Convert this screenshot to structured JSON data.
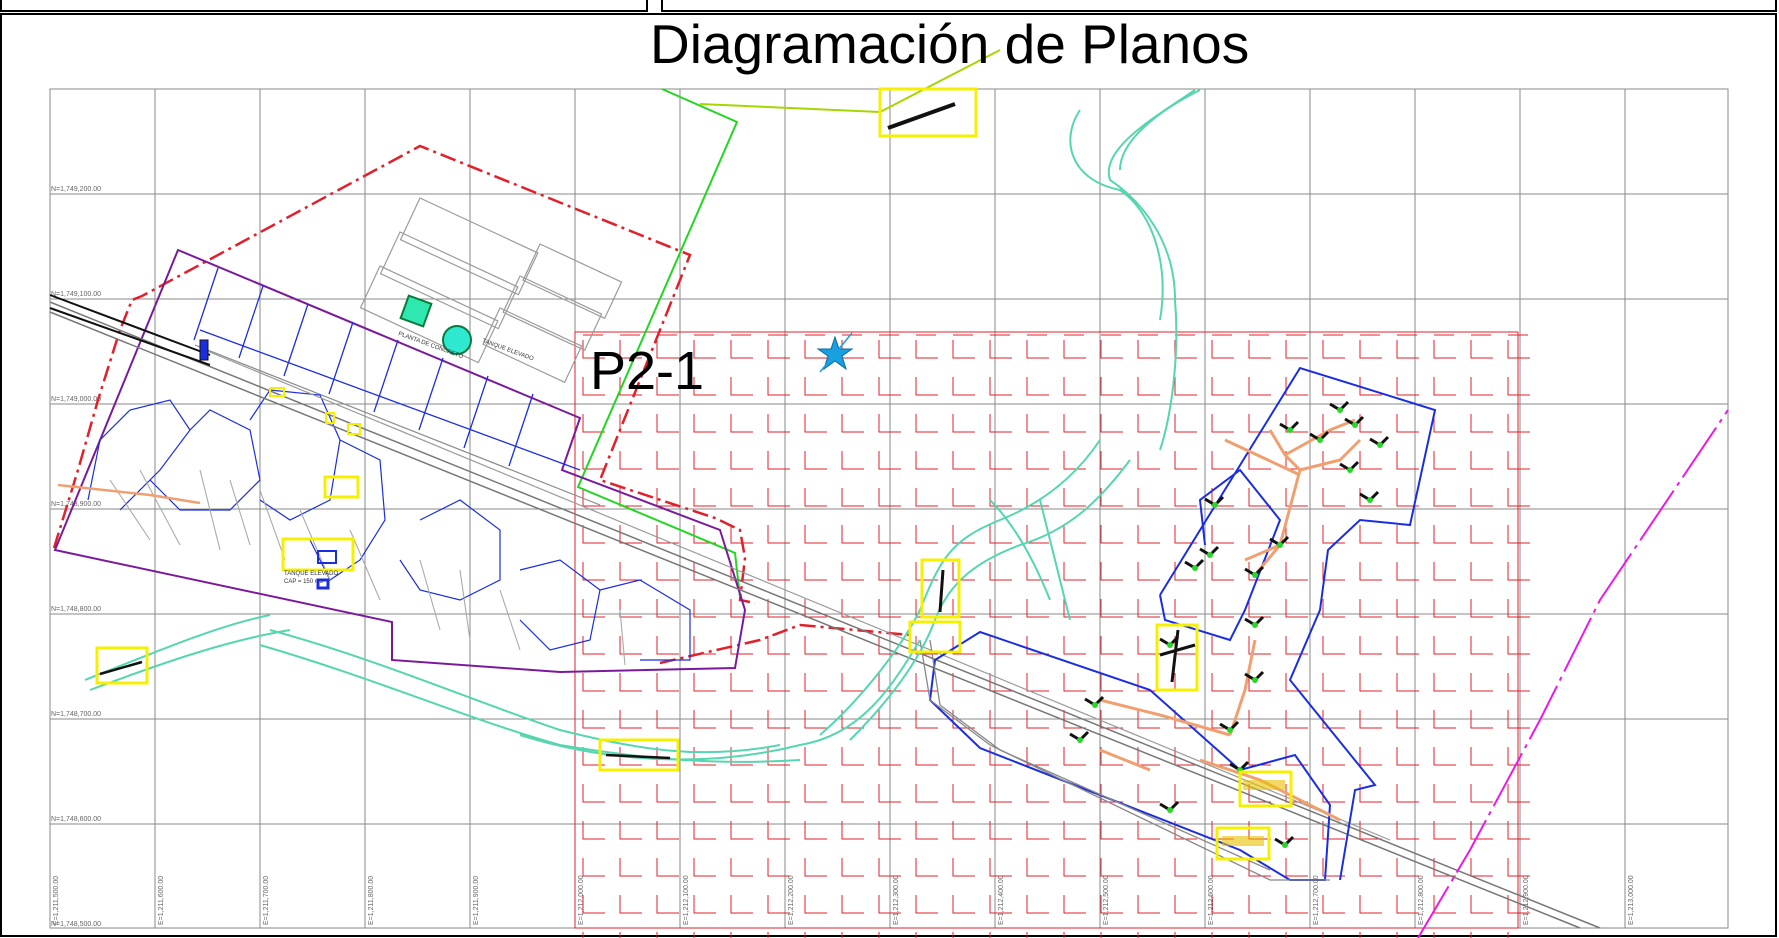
{
  "title": "Diagramación de Planos",
  "sheet_label": "P2-1",
  "northings": [
    "N=1,749,200.00",
    "N=1,749,100.00",
    "N=1,749,000.00",
    "N=1,748,900.00",
    "N=1,748,800.00",
    "N=1,748,700.00",
    "N=1,748,600.00",
    "N=1,748,500.00"
  ],
  "eastings": [
    "E=1,211,500.00",
    "E=1,211,600.00",
    "E=1,211,700.00",
    "E=1,211,800.00",
    "E=1,211,900.00",
    "E=1,212,000.00",
    "E=1,212,100.00",
    "E=1,212,200.00",
    "E=1,212,300.00",
    "E=1,212,400.00",
    "E=1,212,500.00",
    "E=1,212,600.00",
    "E=1,212,700.00",
    "E=1,212,800.00",
    "E=1,212,900.00",
    "E=1,213,000.00"
  ],
  "labels": {
    "planta": "PLANTA DE CONCRETO",
    "tanque": "TANQUE ELEVADO",
    "tanque2": "TANQUE ELEVADO",
    "capacidad": "CAP = 150 m3"
  },
  "colors": {
    "grid": "#8a8a8a",
    "red_grid": "#e0202a",
    "boundary_red": "#e0202a",
    "green": "#22d622",
    "blue": "#1a2ee0",
    "magenta": "#e81ae8",
    "teal": "#55d6b0",
    "orange": "#f0a070",
    "yellow": "#f5f000"
  }
}
